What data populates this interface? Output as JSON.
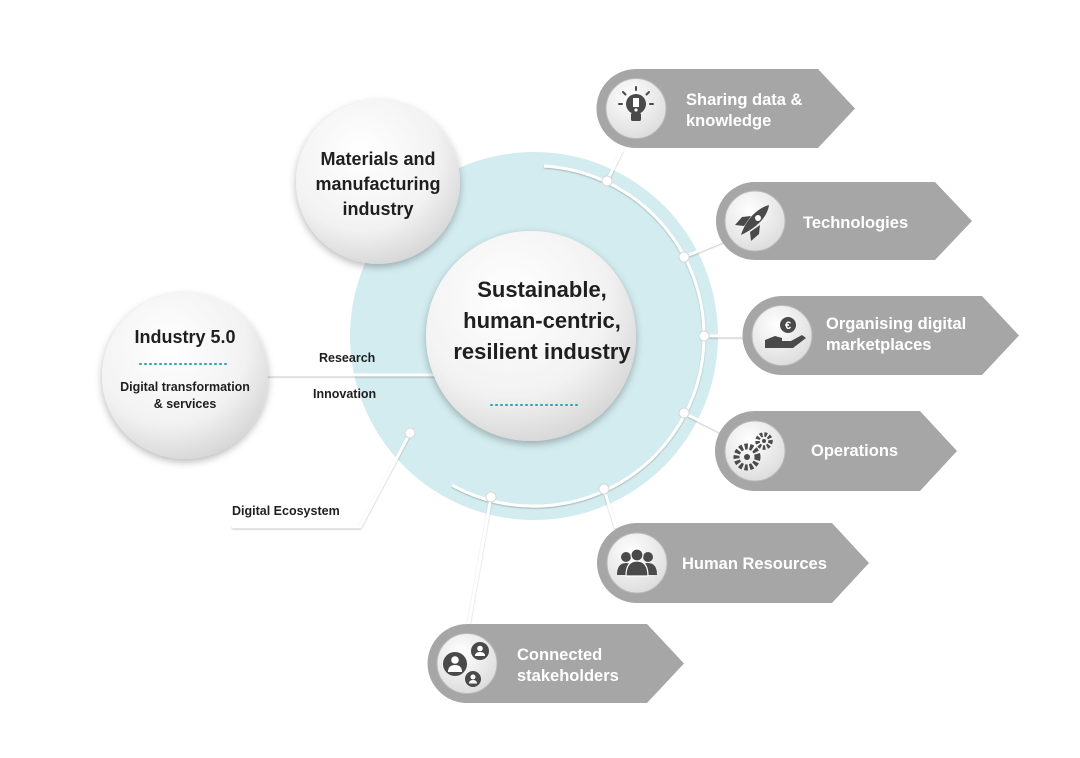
{
  "center": {
    "title_lines": [
      "Sustainable,",
      "human-centric,",
      "resilient industry"
    ]
  },
  "materials": {
    "lines": [
      "Materials and",
      "manufacturing",
      "industry"
    ]
  },
  "industry50": {
    "title": "Industry 5.0",
    "subtitle_lines": [
      "Digital transformation",
      "& services"
    ]
  },
  "connectors": {
    "research": "Research",
    "innovation": "Innovation",
    "digital_ecosystem": "Digital Ecosystem"
  },
  "banners": {
    "sharing": {
      "lines": [
        "Sharing data &",
        "knowledge"
      ],
      "icon": "lightbulb-icon"
    },
    "technologies": {
      "lines": [
        "Technologies"
      ],
      "icon": "rocket-icon"
    },
    "marketplaces": {
      "lines": [
        "Organising digital",
        "marketplaces"
      ],
      "icon": "euro-hand-icon"
    },
    "operations": {
      "lines": [
        "Operations"
      ],
      "icon": "gears-icon"
    },
    "human_resources": {
      "lines": [
        "Human Resources"
      ],
      "icon": "people-icon"
    },
    "stakeholders": {
      "lines": [
        "Connected",
        "stakeholders"
      ],
      "icon": "network-people-icon"
    }
  },
  "colors": {
    "ring": "#d3ecef",
    "banner": "#a6a6a6",
    "icon_circle": "#4d4d4d",
    "text": "#1f1f1f",
    "dots": "#2ba3b5"
  }
}
